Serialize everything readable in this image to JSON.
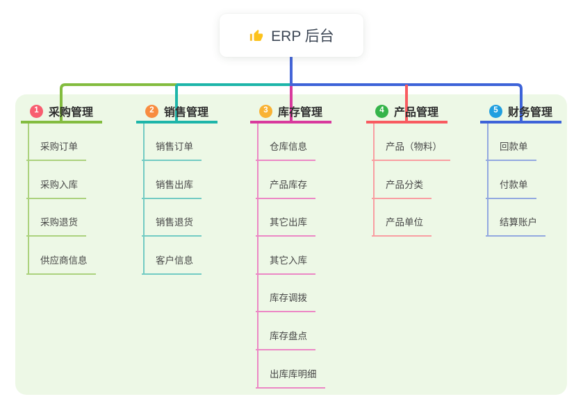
{
  "root": {
    "title": "ERP 后台",
    "icon": "thumbs-up-icon",
    "line_color": "#4565d8"
  },
  "panel": {
    "background": "#edf8e6"
  },
  "text_colors": {
    "root": "#3c4654",
    "header": "#2e2e2e",
    "item": "#474747"
  },
  "branches": [
    {
      "badge": "1",
      "title": "采购管理",
      "badge_color": "#f85d70",
      "line_color": "#83bc3f",
      "sub_color": "#abd27d",
      "children": [
        "采购订单",
        "采购入库",
        "采购退货",
        "供应商信息"
      ]
    },
    {
      "badge": "2",
      "title": "销售管理",
      "badge_color": "#f88c40",
      "line_color": "#1db5a9",
      "sub_color": "#72cbc3",
      "children": [
        "销售订单",
        "销售出库",
        "销售退货",
        "客户信息"
      ]
    },
    {
      "badge": "3",
      "title": "库存管理",
      "badge_color": "#f9b233",
      "line_color": "#d83a9d",
      "sub_color": "#ec87c5",
      "children": [
        "仓库信息",
        "产品库存",
        "其它出库",
        "其它入库",
        "库存调拨",
        "库存盘点",
        "出库库明细"
      ]
    },
    {
      "badge": "4",
      "title": "产品管理",
      "badge_color": "#35b44a",
      "line_color": "#f85b60",
      "sub_color": "#f99da1",
      "children": [
        "产品（物料）",
        "产品分类",
        "产品单位"
      ]
    },
    {
      "badge": "5",
      "title": "财务管理",
      "badge_color": "#219fe0",
      "line_color": "#3d63d8",
      "sub_color": "#92a8e0",
      "children": [
        "回款单",
        "付款单",
        "结算账户"
      ]
    }
  ]
}
